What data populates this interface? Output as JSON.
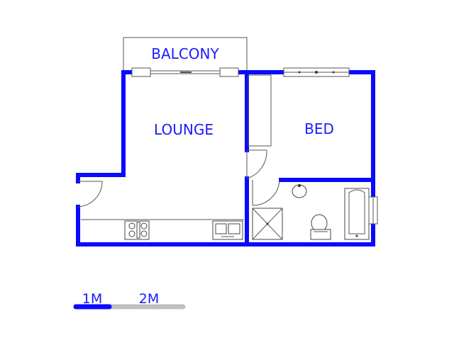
{
  "rooms": {
    "balcony": "BALCONY",
    "lounge": "LOUNGE",
    "bed": "BED"
  },
  "scale": {
    "label_1": "1M",
    "label_2": "2M"
  },
  "colors": {
    "wall": "#0a0aff",
    "label": "#1a1aff",
    "scale_dark": "#0a0aff",
    "scale_light": "#c0c0c0"
  }
}
